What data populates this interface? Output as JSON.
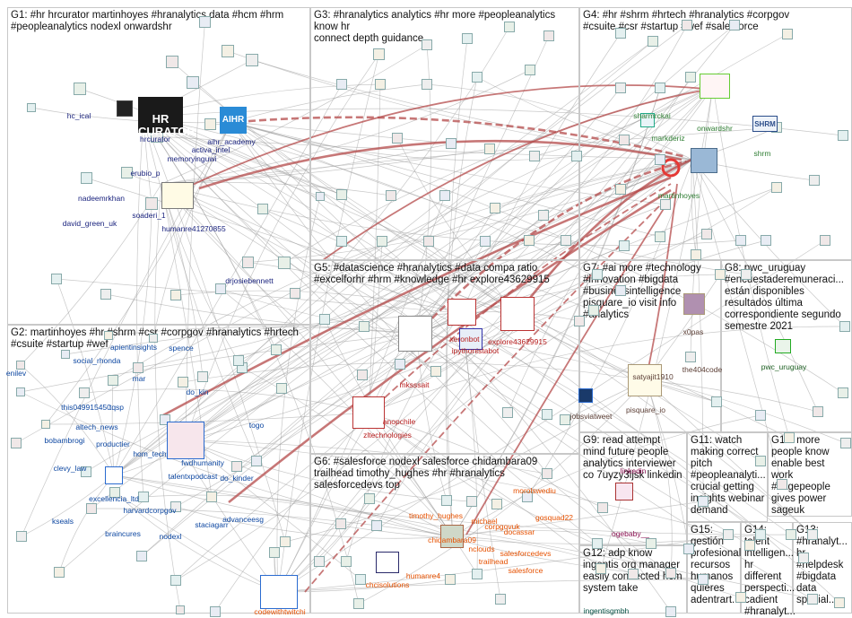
{
  "colors": {
    "background": "#ffffff",
    "group_border": "#c8c8c8",
    "edge": "#9a9a9a",
    "edge_strong": "#b44a4a",
    "label_g1": "#1a237e",
    "label_g2": "#0d47a1",
    "label_g3": "#1b5e20",
    "label_g4": "#2e7d32",
    "label_g5": "#b71c1c",
    "label_g6": "#e65100",
    "label_g7": "#5d4037",
    "label_g8": "#1b5e20",
    "label_g9": "#880e4f",
    "label_g12": "#004d40"
  },
  "groups": [
    {
      "id": "g1",
      "title": "G1: #hr hrcurator martinhoyes #hranalytics data #hcm #hrm\n#peopleanalytics nodexl onwardshr"
    },
    {
      "id": "g2",
      "title": "G2: martinhoyes #hr #shrm #csr #corpgov #hranalytics #hrtech\n#csuite #startup #wef"
    },
    {
      "id": "g3",
      "title": "G3: #hranalytics analytics #hr more #peopleanalytics know hr\nconnect depth guidance"
    },
    {
      "id": "g4",
      "title": "G4: #hr #shrm #hrtech #hranalytics #corpgov\n#csuite #csr #startup #wef #salesforce"
    },
    {
      "id": "g5",
      "title": "G5: #datascience #hranalytics #data compa ratio\n#excelforhr #hrm #knowledge #hr explore43629915"
    },
    {
      "id": "g6",
      "title": "G6: #salesforce nodexl salesforce chidambara09\ntrailhead timothy_hughes #hr #hranalytics\nsalesforcedevs top"
    },
    {
      "id": "g7",
      "title": "G7: #ai more #technology\n#innovation #bigdata\n#businessintelligence\npisquare_io visit info\n#analytics"
    },
    {
      "id": "g8",
      "title": "G8: pwc_uruguay\n#encuestaderemuneraci...\nestán disponibles\nresultados última\ncorrespondiente segundo\nsemestre 2021"
    },
    {
      "id": "g9",
      "title": "G9: read attempt\nmind future people\nanalytics interviewer\nco 7uyzy3ljsk linkedin"
    },
    {
      "id": "g10",
      "title": "G10: more\npeople know\nenable best\nwork\n#sagepeople\ngives power\nsageuk"
    },
    {
      "id": "g11",
      "title": "G11: watch\nmaking correct\npitch\n#peopleanalyti...\ncrucial getting\ninsights webinar\ndemand"
    },
    {
      "id": "g12",
      "title": "G12: adp know\ningentis org manager\neasily connected hcm\nsystem take"
    },
    {
      "id": "g13",
      "title": "G13:\n#hranalyt...\nhr\n#helpdesk\n#bigdata\ndata\nspecial..."
    },
    {
      "id": "g14",
      "title": "G14:\ntalent\nintelligen...\nhr\ndifferent\nperspecti...\ncadient\n#hranalyt..."
    },
    {
      "id": "g15",
      "title": "G15:\ngestión\nprofesional\nrecursos\nhumanos\nquieres\nadentrart..."
    }
  ],
  "hubs": {
    "hrcurator": "HR\nCURATOR",
    "aihr": "AIHR",
    "shrm": "SHRM"
  },
  "labels": [
    {
      "text": "hc_ical",
      "group": "g1"
    },
    {
      "text": "hrcurator",
      "group": "g1"
    },
    {
      "text": "aihr_academy",
      "group": "g1"
    },
    {
      "text": "activa_intel",
      "group": "g1"
    },
    {
      "text": "memoryinguwi",
      "group": "g1"
    },
    {
      "text": "erubio_p",
      "group": "g1"
    },
    {
      "text": "nadeemrkhan",
      "group": "g1"
    },
    {
      "text": "soaderi_1",
      "group": "g1"
    },
    {
      "text": "david_green_uk",
      "group": "g1"
    },
    {
      "text": "humanre41270855",
      "group": "g1"
    },
    {
      "text": "drjosiebennett",
      "group": "g1"
    },
    {
      "text": "sharmrckai",
      "group": "g4"
    },
    {
      "text": "onwardshr",
      "group": "g4"
    },
    {
      "text": "markderiz",
      "group": "g4"
    },
    {
      "text": "shrm",
      "group": "g4"
    },
    {
      "text": "martinhoyes",
      "group": "g4"
    },
    {
      "text": "apientinsights",
      "group": "g2"
    },
    {
      "text": "spence",
      "group": "g2"
    },
    {
      "text": "social_rhonda",
      "group": "g2"
    },
    {
      "text": "enilev",
      "group": "g2"
    },
    {
      "text": "mar",
      "group": "g2"
    },
    {
      "text": "do_kin",
      "group": "g2"
    },
    {
      "text": "tqsp",
      "group": "g2"
    },
    {
      "text": "this049915450",
      "group": "g2"
    },
    {
      "text": "altech_news",
      "group": "g2"
    },
    {
      "text": "togo",
      "group": "g2"
    },
    {
      "text": "bobambrogi",
      "group": "g2"
    },
    {
      "text": "productier",
      "group": "g2"
    },
    {
      "text": "hom_tech",
      "group": "g2"
    },
    {
      "text": "fwdhumanity",
      "group": "g2"
    },
    {
      "text": "clevy_law",
      "group": "g2"
    },
    {
      "text": "talentxpodcast",
      "group": "g2"
    },
    {
      "text": "do_kinder",
      "group": "g2"
    },
    {
      "text": "excellencia_ltd",
      "group": "g2"
    },
    {
      "text": "harvardcorpgov",
      "group": "g2"
    },
    {
      "text": "kseals",
      "group": "g2"
    },
    {
      "text": "braincures",
      "group": "g2"
    },
    {
      "text": "nodexl",
      "group": "g2"
    },
    {
      "text": "staciagarr",
      "group": "g2"
    },
    {
      "text": "advanceesg",
      "group": "g2"
    },
    {
      "text": "mksssait",
      "group": "g5"
    },
    {
      "text": "xeronbot",
      "group": "g5"
    },
    {
      "text": "ipythonistabot",
      "group": "g5"
    },
    {
      "text": "explore43629915",
      "group": "g5"
    },
    {
      "text": "anopchile",
      "group": "g5"
    },
    {
      "text": "zltechnologies",
      "group": "g5"
    },
    {
      "text": "satyajit1910",
      "group": "g7"
    },
    {
      "text": "x0pas",
      "group": "g7"
    },
    {
      "text": "the404code",
      "group": "g7"
    },
    {
      "text": "jobsviatweet",
      "group": "g7"
    },
    {
      "text": "pisquare_io",
      "group": "g7"
    },
    {
      "text": "pwc_uruguay",
      "group": "g8"
    },
    {
      "text": "timothy_hughes",
      "group": "g6"
    },
    {
      "text": "michael",
      "group": "g6"
    },
    {
      "text": "corpgovuk",
      "group": "g6"
    },
    {
      "text": "docassar",
      "group": "g6"
    },
    {
      "text": "morolswediu",
      "group": "g6"
    },
    {
      "text": "gosquad22",
      "group": "g6"
    },
    {
      "text": "chidambara09",
      "group": "g6"
    },
    {
      "text": "nclouds",
      "group": "g6"
    },
    {
      "text": "trailhead",
      "group": "g6"
    },
    {
      "text": "salesforcedevs",
      "group": "g6"
    },
    {
      "text": "salesforce",
      "group": "g6"
    },
    {
      "text": "chcisolutions",
      "group": "g6"
    },
    {
      "text": "humanre4",
      "group": "g6"
    },
    {
      "text": "codewithtwitchi",
      "group": "g6"
    },
    {
      "text": "linkedin",
      "group": "g9"
    },
    {
      "text": "ogebaby__",
      "group": "g9"
    },
    {
      "text": "ingentisgmbh",
      "group": "g12"
    }
  ]
}
